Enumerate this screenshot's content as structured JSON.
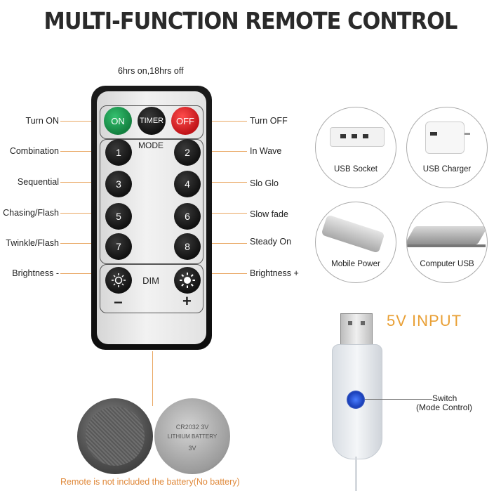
{
  "title": "MULTI-FUNCTION REMOTE CONTROL",
  "timer_note": "6hrs on,18hrs off",
  "left_labels": [
    "Turn ON",
    "Combination",
    "Sequential",
    "Chasing/Flash",
    "Twinkle/Flash",
    "Brightness -"
  ],
  "right_labels": [
    "Turn OFF",
    "In Wave",
    "Slo Glo",
    "Slow fade",
    "Steady On",
    "Brightness +"
  ],
  "remote": {
    "on": "ON",
    "timer": "TIMER",
    "off": "OFF",
    "mode": "MODE",
    "dim": "DIM",
    "minus": "−",
    "plus": "+",
    "keys": [
      "1",
      "2",
      "3",
      "4",
      "5",
      "6",
      "7",
      "8"
    ]
  },
  "sources": [
    "USB Socket",
    "USB Charger",
    "Mobile Power",
    "Computer USB"
  ],
  "input_label": "5V INPUT",
  "switch_label": "Switch",
  "switch_sub": "(Mode Control)",
  "battery_text_1": "CR2032 3V",
  "battery_text_2": "LITHIUM BATTERY",
  "battery_text_3": "3V",
  "footer": "Remote is not included the battery(No battery)",
  "colors": {
    "accent": "#e9a661",
    "on": "#1e9a54",
    "off": "#d8232a",
    "input": "#e9a036"
  }
}
